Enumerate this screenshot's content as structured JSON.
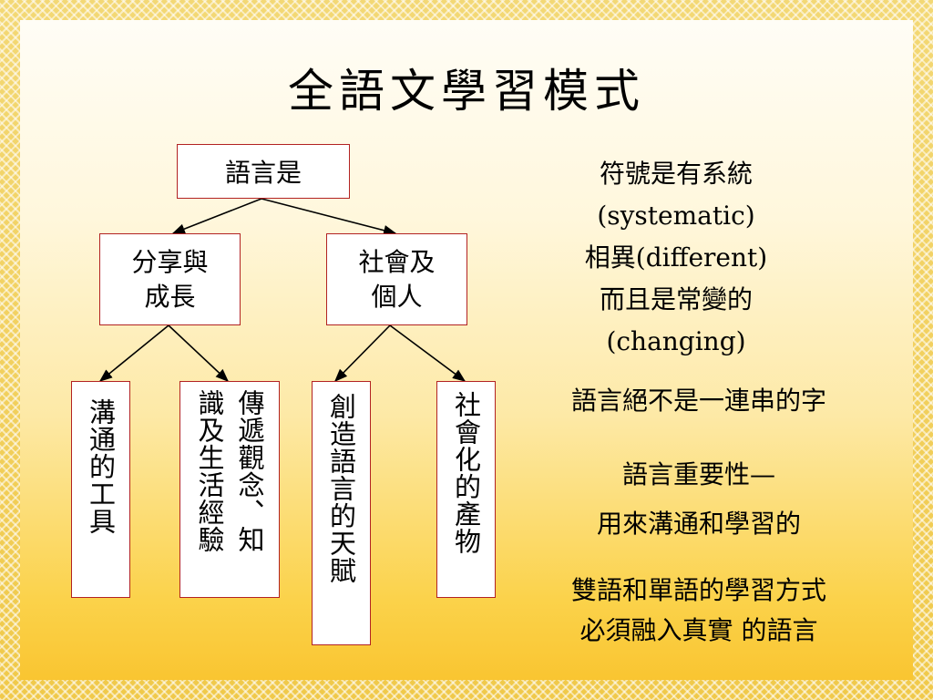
{
  "title": "全語文學習模式",
  "diagram": {
    "root": "語言是",
    "level2": {
      "left": "分享與\n成長",
      "right": "社會及\n個人"
    },
    "leaves": [
      "溝通的工具",
      "傳遞觀念、知\n識及生活經驗",
      "創造語言的天賦",
      "社會化的產物"
    ]
  },
  "notes": {
    "systems": [
      "符號是有系統",
      "(systematic)",
      "相異(different)",
      "而且是常變的",
      "(changing)"
    ],
    "not_string": "語言絕不是一連串的字",
    "importance": [
      "語言重要性—",
      "用來溝通和學習的"
    ],
    "bilingual": [
      "雙語和單語的學習方式",
      "必須融入真實 的語言"
    ]
  }
}
